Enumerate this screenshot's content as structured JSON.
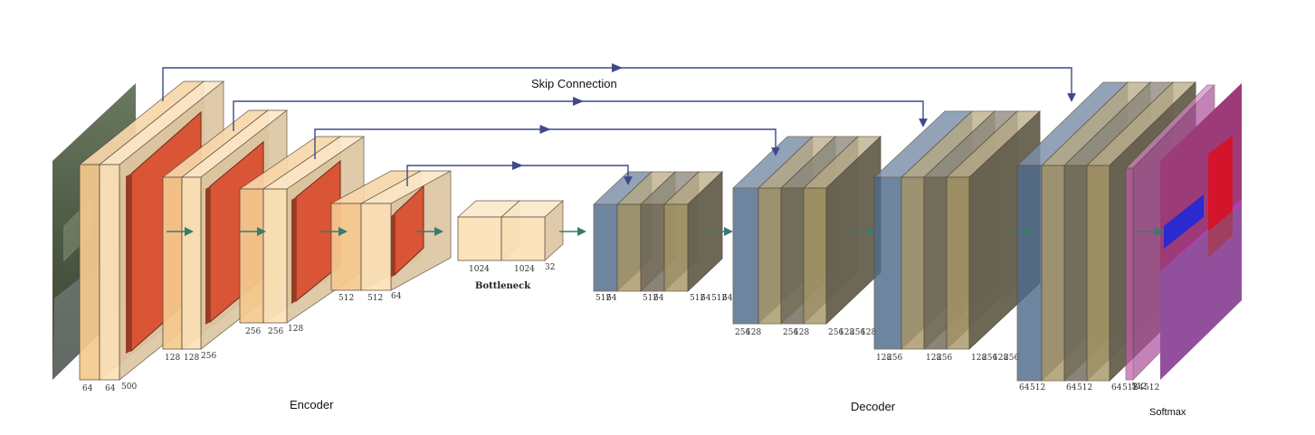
{
  "labels": {
    "skip": "Skip Connection",
    "encoder": "Encoder",
    "decoder": "Decoder",
    "bottleneck": "Bottleneck",
    "softmax": "Softmax"
  },
  "dims": {
    "enc1": [
      "64",
      "64",
      "500"
    ],
    "enc2": [
      "128",
      "128",
      "256"
    ],
    "enc3": [
      "256",
      "256",
      "128"
    ],
    "enc4": [
      "512",
      "512",
      "64"
    ],
    "bneck": [
      "1024",
      "1024",
      "32"
    ],
    "dec1": [
      "512",
      "64",
      "512",
      "64",
      "512",
      "64",
      "512",
      "64"
    ],
    "dec2": [
      "256",
      "128",
      "256",
      "128",
      "256",
      "128",
      "256",
      "128"
    ],
    "dec3": [
      "128",
      "256",
      "128",
      "256",
      "128",
      "256",
      "128",
      "256"
    ],
    "dec4": [
      "64",
      "512",
      "64",
      "512",
      "64",
      "512",
      "64",
      "512"
    ],
    "out": [
      "512"
    ]
  },
  "colors": {
    "encoder_layer": "#f5c98e",
    "encoder_pool": "#d95535",
    "decoder_layer": "#a89868",
    "decoder_upsample": "#4f6b8c",
    "skip_arrow": "#3d4a8c",
    "flow_arrow": "#3a7a70",
    "softmax_layer": "#c45ab0"
  }
}
